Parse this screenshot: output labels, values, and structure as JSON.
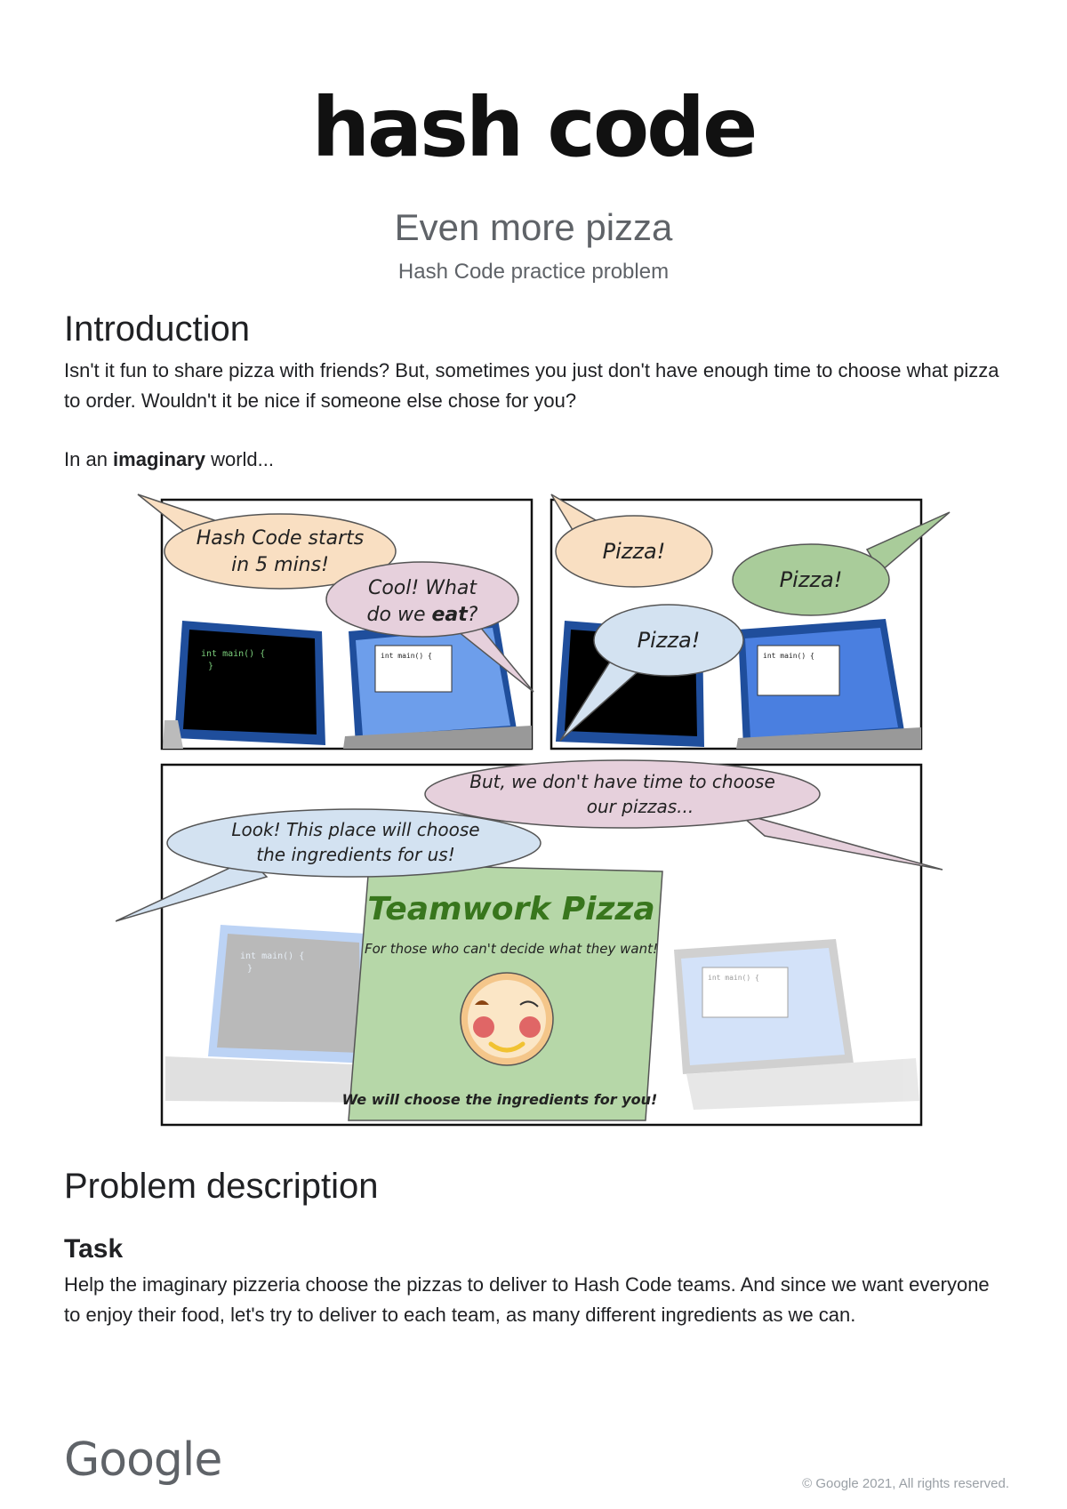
{
  "header": {
    "logo_text": "hash code",
    "title": "Even more pizza",
    "subtitle": "Hash Code practice problem"
  },
  "intro": {
    "heading": "Introduction",
    "paragraph": "Isn't it fun to share pizza with friends? But, sometimes you just don't have enough time to choose what pizza to order. Wouldn't it be nice if someone else chose for you?",
    "lead_before": "In an ",
    "lead_bold": "imaginary",
    "lead_after": " world..."
  },
  "comic": {
    "panel1": {
      "bubble1_line1": "Hash Code starts",
      "bubble1_line2": "in 5 mins!",
      "bubble2_line1": "Cool! What",
      "bubble2_line2_a": "do we ",
      "bubble2_line2_bold": "eat",
      "bubble2_line2_b": "?",
      "code1": "int main() {",
      "code2": "}",
      "code3": "int main() {"
    },
    "panel2": {
      "bubble1": "Pizza!",
      "bubble2": "Pizza!",
      "bubble3": "Pizza!",
      "code1": "int main() {"
    },
    "panel3": {
      "bubble1_line1": "But, we don't have time to choose",
      "bubble1_line2": "our pizzas...",
      "bubble2_line1": "Look! This place will choose",
      "bubble2_line2": "the ingredients for us!",
      "sign_title": "Teamwork Pizza",
      "sign_tagline": "For those who can't decide what they want!",
      "sign_footer": "We will choose the ingredients for you!",
      "code1": "int main() {",
      "code2": "}",
      "code3": "int main() {"
    },
    "colors": {
      "peach": "#f9dfc2",
      "pink": "#e6d0dc",
      "green": "#a9cc9a",
      "blue": "#d3e2f1",
      "screen_dark": "#000000",
      "laptop_blue": "#1f4e9c",
      "sign_bg": "#b6d7a8",
      "sign_title": "#38761d"
    }
  },
  "problem": {
    "heading": "Problem description",
    "task_heading": "Task",
    "task_paragraph": "Help the imaginary pizzeria choose the pizzas to deliver to Hash Code teams. And since we want everyone to enjoy their food, let's try to deliver to each team, as many different ingredients as we can."
  },
  "footer": {
    "brand": "Google",
    "copyright": "© Google 2021, All rights reserved."
  }
}
